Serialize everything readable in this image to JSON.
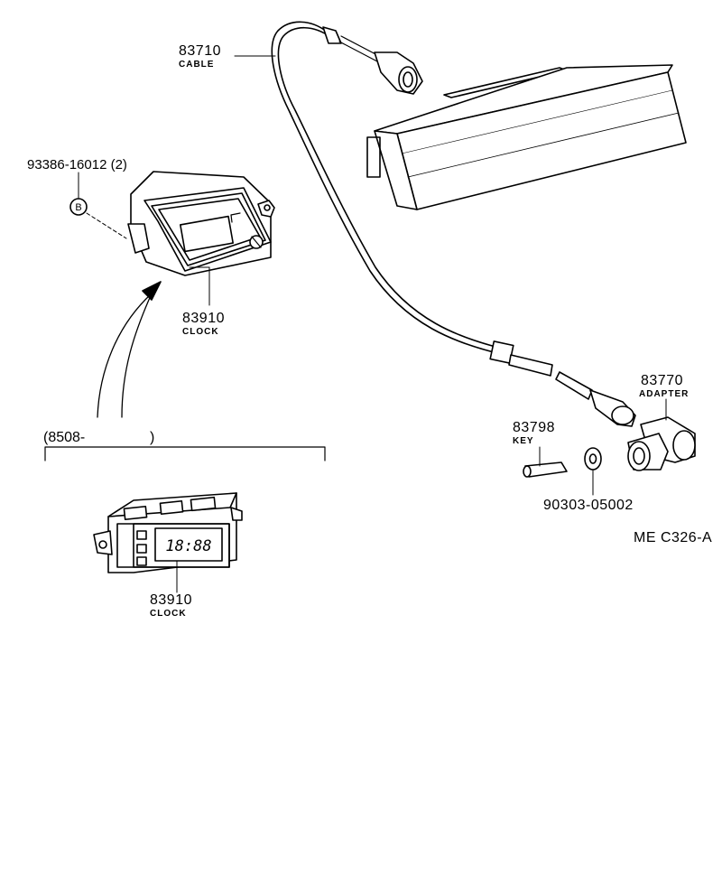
{
  "parts": {
    "cable": {
      "number": "83710",
      "name": "CABLE"
    },
    "clock_upper": {
      "number": "83910",
      "name": "CLOCK"
    },
    "screw": {
      "number": "93386-16012",
      "qty": "(2)",
      "symbol": "B"
    },
    "date_range": {
      "open": "(8508-",
      "close": ")"
    },
    "clock_lower": {
      "number": "83910",
      "name": "CLOCK",
      "display": "18:88"
    },
    "adapter": {
      "number": "83770",
      "name": "ADAPTER"
    },
    "key": {
      "number": "83798",
      "name": "KEY"
    },
    "washer": {
      "number": "90303-05002"
    }
  },
  "diagram_code": "ME C326-A"
}
